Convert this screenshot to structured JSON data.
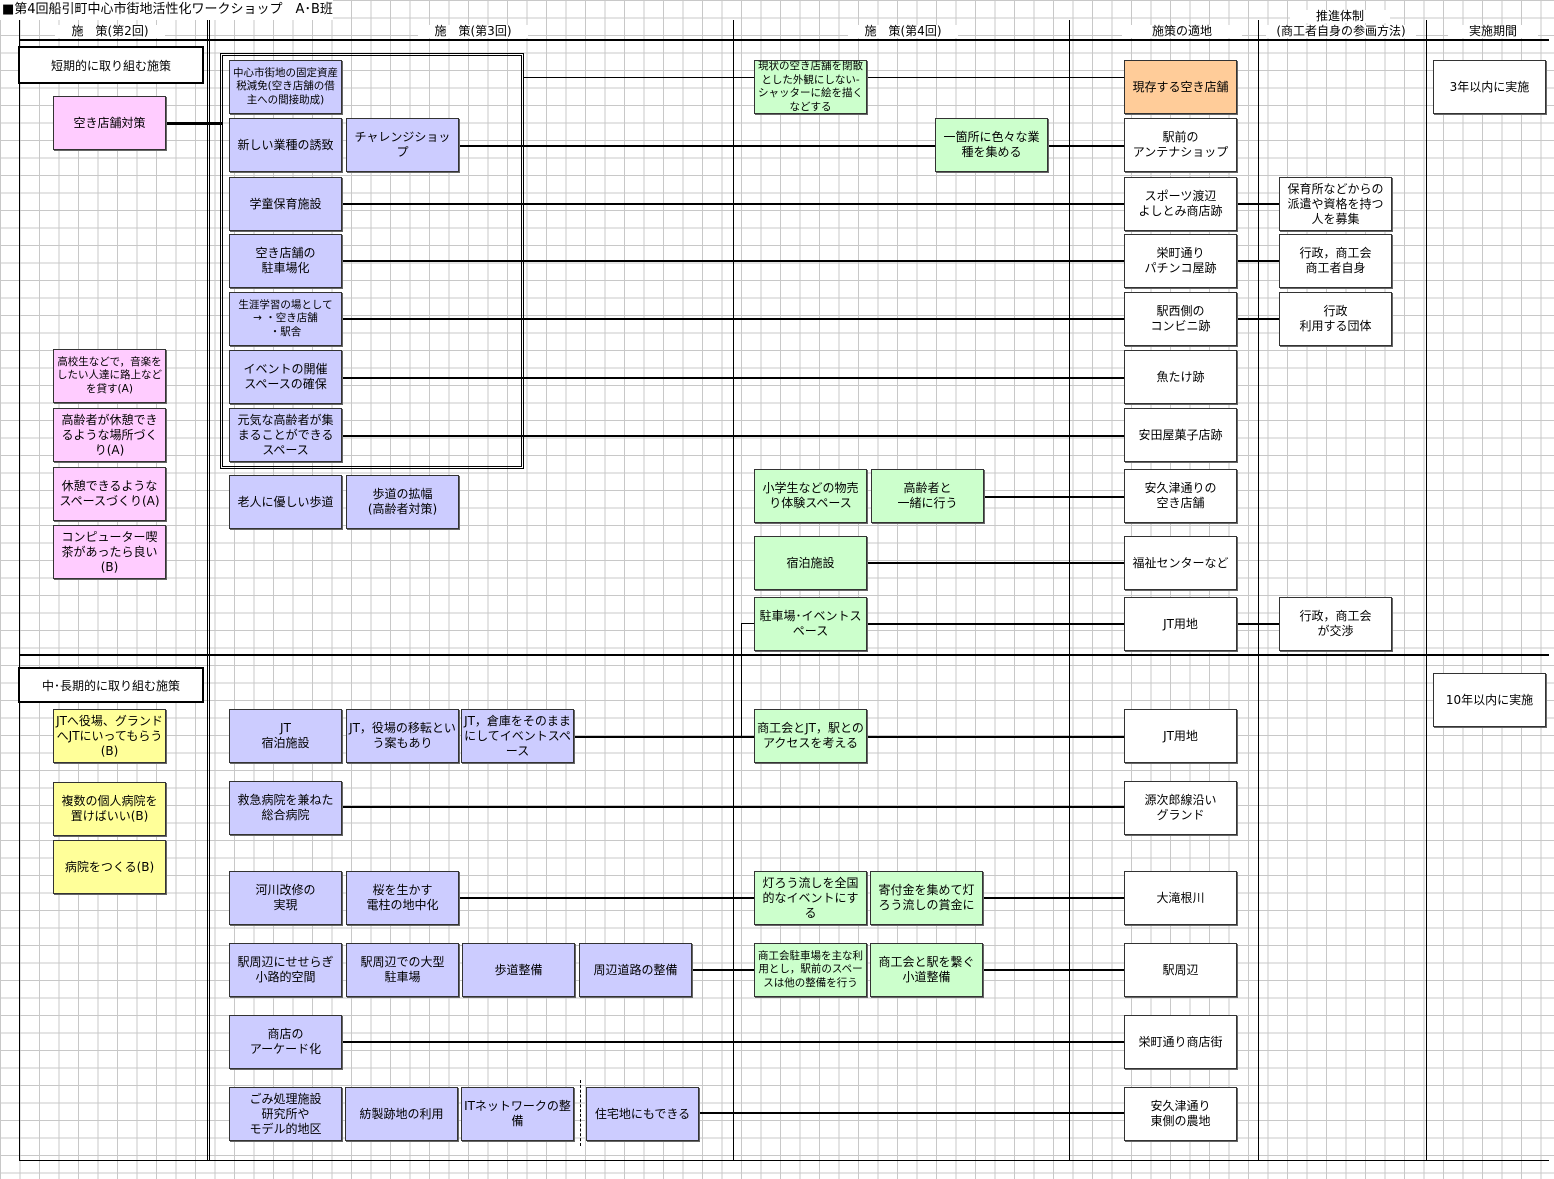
{
  "title": "■第4回船引町中心市街地活性化ワークショップ　A･B班",
  "headers": {
    "round2": "施　策(第2回)",
    "round3": "施　策(第3回)",
    "round4": "施　策(第4回)",
    "site": "施策の適地",
    "system_line1": "推進体制",
    "system_line2": "(商工者自身の参画方法)",
    "period": "実施期間"
  },
  "sections": {
    "short_term": "短期的に取り組む施策",
    "mid_long_term": "中･長期的に取り組む施策"
  },
  "periods": {
    "short": "3年以内に実施",
    "long": "10年以内に実施"
  },
  "round2": [
    "空き店舗対策",
    "高校生などで，音楽をしたい人達に路上などを貸す(A)",
    "高齢者が休憩できるような場所づくり(A)",
    "休憩できるようなスペースづくり(A)",
    "コンピューター喫茶があったら良い(B)",
    "JTへ役場、グランドへJTにいってもらう(B)",
    "複数の個人病院を置けばいい(B)",
    "病院をつくる(B)"
  ],
  "round3": {
    "fixed_asset_tax": "中心市街地の固定資産税減免(空き店舗の借主への間接助成)",
    "new_business": "新しい業種の誘致",
    "challenge_shop": "チャレンジショップ",
    "childcare": "学童保育施設",
    "vacant_parking": "空き店舗の\n駐車場化",
    "lifelong_learning": "生涯学習の場として\n→ ・空き店舗\n・駅舎",
    "event_space": "イベントの開催\nスペースの確保",
    "elderly_space": "元気な高齢者が集まることができるスペース",
    "elderly_walk": "老人に優しい歩道",
    "widen_sidewalk": "歩道の拡幅\n(高齢者対策)",
    "jt_lodging": "JT\n宿泊施設",
    "jt_relocation": "JT，役場の移転という案もあり",
    "jt_warehouse": "JT，倉庫をそのままにしてイベントスペース",
    "emergency_hospital": "救急病院を兼ねた総合病院",
    "river": "河川改修の\n実現",
    "cherry": "桜を生かす\n電柱の地中化",
    "station_stream": "駅周辺にせせらぎ\n小路的空間",
    "station_parking": "駅周辺での大型\n駐車場",
    "sidewalk": "歩道整備",
    "roads": "周辺道路の整備",
    "arcade": "商店の\nアーケード化",
    "waste": "ごみ処理施設\n研究所や\nモデル的地区",
    "spinning": "紡製跡地の利用",
    "it_network": "ITネットワークの整備",
    "housing": "住宅地にもできる"
  },
  "round4": {
    "shutter": "現状の空き店舗を閉散とした外観にしない-シャッターに絵を描くなどする",
    "gather": "一箇所に色々な業種を集める",
    "kids_shop": "小学生などの物売り体験スペース",
    "with_elderly": "高齢者と\n一緒に行う",
    "lodging": "宿泊施設",
    "parking_event": "駐車場･イベントスペース",
    "jt_access": "商工会とJT，駅とのアクセスを考える",
    "lantern": "灯ろう流しを全国的なイベントにする",
    "donation": "寄付金を集めて灯ろう流しの賞金に",
    "chamber_parking": "商工会駐車場を主な利用とし，駅前のスペースは他の整備を行う",
    "chamber_station": "商工会と駅を繋ぐ小道整備"
  },
  "sites": [
    "現存する空き店舗",
    "駅前の\nアンテナショップ",
    "スポーツ渡辺\nよしとみ商店跡",
    "栄町通り\nパチンコ屋跡",
    "駅西側の\nコンビニ跡",
    "魚たけ跡",
    "安田屋菓子店跡",
    "安久津通りの\n空き店舗",
    "福祉センターなど",
    "JT用地",
    "JT用地",
    "源次郎線沿い\nグランド",
    "大滝根川",
    "駅周辺",
    "栄町通り商店街",
    "安久津通り\n東側の農地"
  ],
  "system": [
    "保育所などからの派遣や資格を持つ人を募集",
    "行政，商工会\n商工者自身",
    "行政\n利用する団体",
    "行政，商工会\nが交渉"
  ],
  "colors": {
    "lavender": "#ccccff",
    "pink": "#ffccff",
    "green": "#ccffcc",
    "yellow": "#ffff99",
    "orange": "#ffcc99"
  }
}
